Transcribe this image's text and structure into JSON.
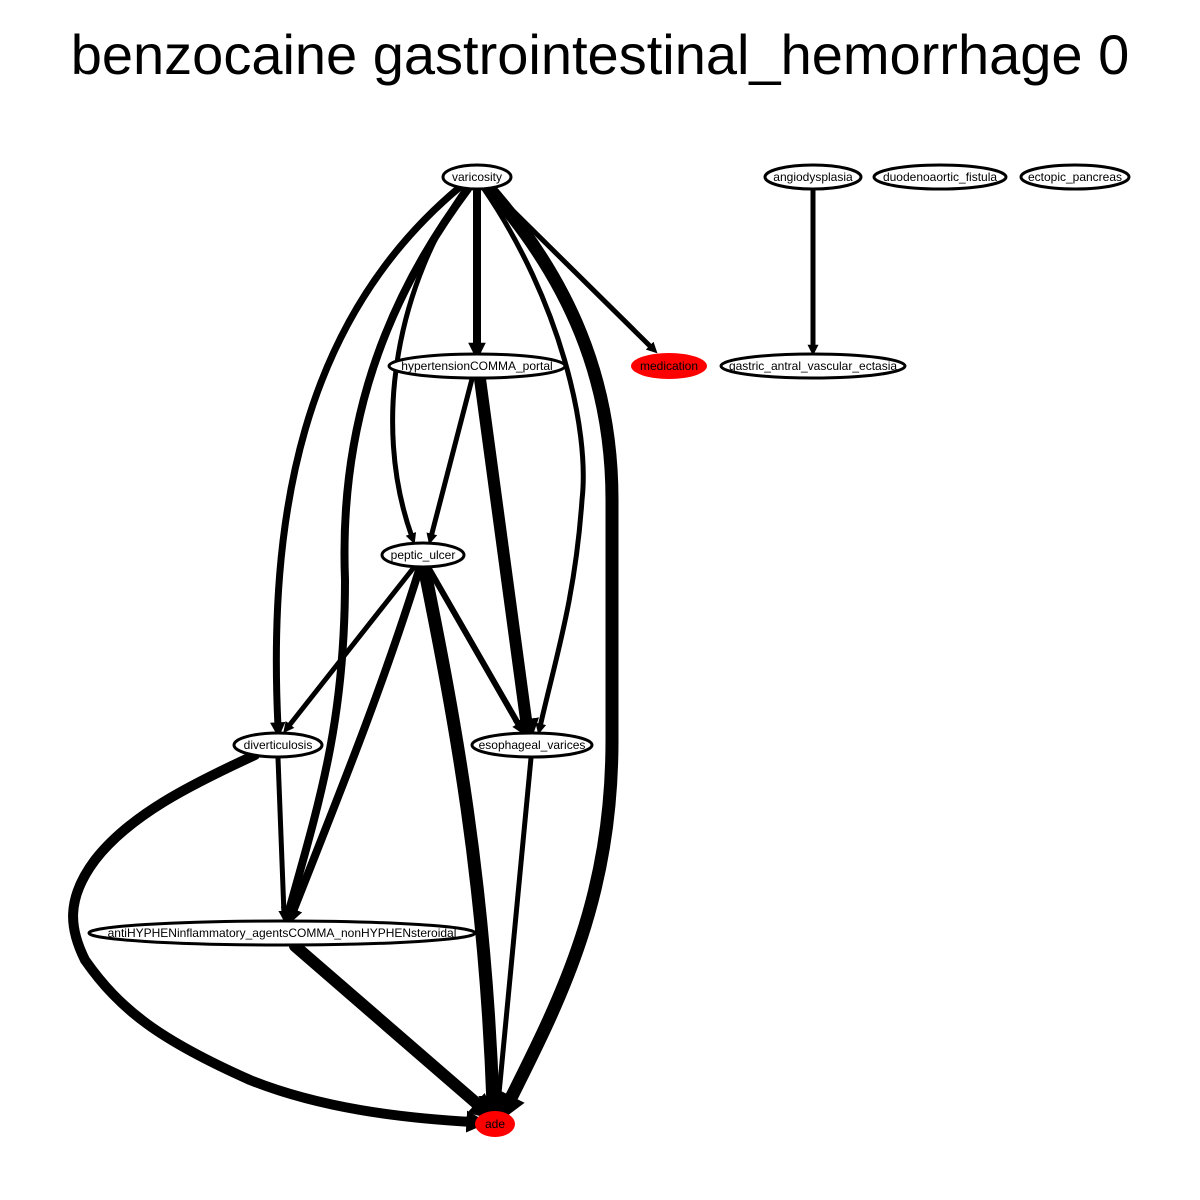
{
  "title": "benzocaine gastrointestinal_hemorrhage 0",
  "colors": {
    "highlight": "#ff0000",
    "edge": "#000000",
    "node_fill": "#ffffff"
  },
  "nodes": [
    {
      "id": "varicosity",
      "label": "varicosity",
      "highlight": false
    },
    {
      "id": "angiodysplasia",
      "label": "angiodysplasia",
      "highlight": false
    },
    {
      "id": "duodenoaortic_fistula",
      "label": "duodenoaortic_fistula",
      "highlight": false
    },
    {
      "id": "ectopic_pancreas",
      "label": "ectopic_pancreas",
      "highlight": false
    },
    {
      "id": "hypertension_portal",
      "label": "hypertensionCOMMA_portal",
      "highlight": false
    },
    {
      "id": "medication",
      "label": "medication",
      "highlight": true
    },
    {
      "id": "gastric_antral_vascular_ectasia",
      "label": "gastric_antral_vascular_ectasia",
      "highlight": false
    },
    {
      "id": "peptic_ulcer",
      "label": "peptic_ulcer",
      "highlight": false
    },
    {
      "id": "diverticulosis",
      "label": "diverticulosis",
      "highlight": false
    },
    {
      "id": "esophageal_varices",
      "label": "esophageal_varices",
      "highlight": false
    },
    {
      "id": "nsaids",
      "label": "antiHYPHENinflammatory_agentsCOMMA_nonHYPHENsteroidal",
      "highlight": false
    },
    {
      "id": "ade",
      "label": "ade",
      "highlight": true
    }
  ],
  "edges": [
    {
      "from": "varicosity",
      "to": "hypertension_portal"
    },
    {
      "from": "varicosity",
      "to": "medication"
    },
    {
      "from": "varicosity",
      "to": "peptic_ulcer"
    },
    {
      "from": "varicosity",
      "to": "diverticulosis"
    },
    {
      "from": "varicosity",
      "to": "nsaids"
    },
    {
      "from": "varicosity",
      "to": "esophageal_varices"
    },
    {
      "from": "varicosity",
      "to": "ade"
    },
    {
      "from": "angiodysplasia",
      "to": "gastric_antral_vascular_ectasia"
    },
    {
      "from": "hypertension_portal",
      "to": "peptic_ulcer"
    },
    {
      "from": "hypertension_portal",
      "to": "esophageal_varices"
    },
    {
      "from": "peptic_ulcer",
      "to": "diverticulosis"
    },
    {
      "from": "peptic_ulcer",
      "to": "esophageal_varices"
    },
    {
      "from": "peptic_ulcer",
      "to": "nsaids"
    },
    {
      "from": "peptic_ulcer",
      "to": "ade"
    },
    {
      "from": "diverticulosis",
      "to": "nsaids"
    },
    {
      "from": "diverticulosis",
      "to": "ade"
    },
    {
      "from": "esophageal_varices",
      "to": "ade"
    },
    {
      "from": "nsaids",
      "to": "ade"
    }
  ]
}
